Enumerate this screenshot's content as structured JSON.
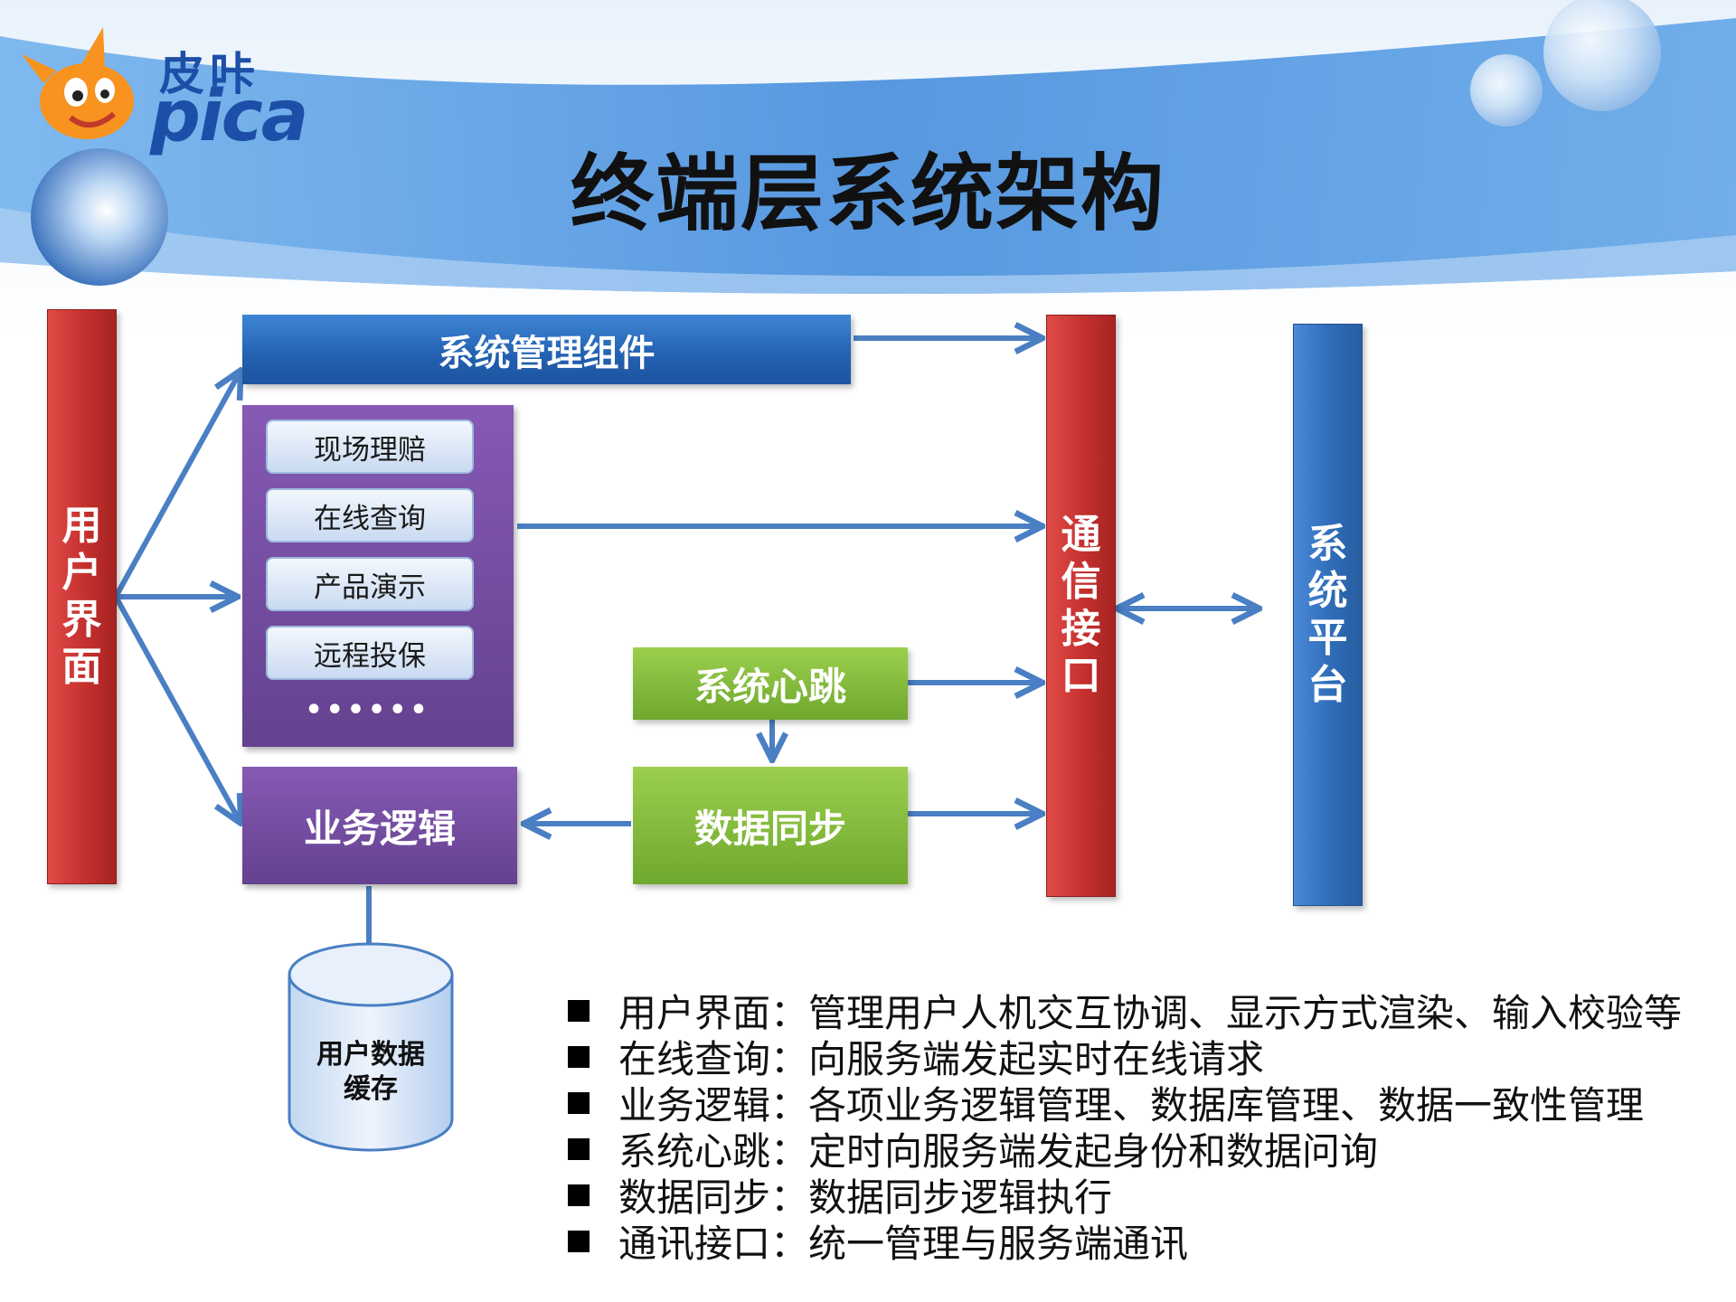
{
  "logo": {
    "cn": "皮咔",
    "en": "pica"
  },
  "title": "终端层系统架构",
  "nodes": {
    "user_ui": "用户界面",
    "sys_mgmt": "系统管理组件",
    "modules": [
      "现场理赔",
      "在线查询",
      "产品演示",
      "远程投保"
    ],
    "modules_more": "••••••",
    "biz_logic": "业务逻辑",
    "heartbeat": "系统心跳",
    "data_sync": "数据同步",
    "comm_if": "通信接口",
    "sys_platform": "系统平台",
    "cache_line1": "用户数据",
    "cache_line2": "缓存"
  },
  "legend": [
    {
      "term": "用户界面",
      "sep": "：",
      "desc": "管理用户人机交互协调、显示方式渲染、输入校验等"
    },
    {
      "term": "在线查询",
      "sep": "：",
      "desc": "向服务端发起实时在线请求"
    },
    {
      "term": "业务逻辑",
      "sep": "：",
      "desc": "各项业务逻辑管理、数据库管理、数据一致性管理"
    },
    {
      "term": "系统心跳",
      "sep": "：",
      "desc": "定时向服务端发起身份和数据问询"
    },
    {
      "term": "数据同步",
      "sep": "：",
      "desc": "数据同步逻辑执行"
    },
    {
      "term": "通讯接口",
      "sep": "：",
      "desc": "统一管理与服务端通讯"
    }
  ],
  "colors": {
    "red": "#c4302e",
    "blue": "#2260b0",
    "purple": "#64428f",
    "green": "#7fb83a",
    "arrow": "#4a7fc3",
    "header": "#5b9ee4"
  }
}
